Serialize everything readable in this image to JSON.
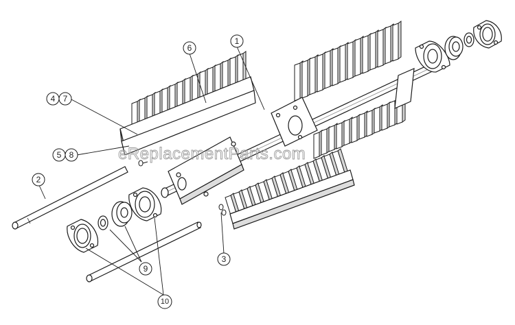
{
  "watermark": "eReplacementParts.com",
  "callouts": [
    "1",
    "2",
    "3",
    "4",
    "5",
    "6",
    "7",
    "8",
    "9",
    "10"
  ],
  "colors": {
    "line": "#1a1a1a",
    "plate": "#ffffff",
    "fin_shade": "#dcdcdc",
    "watermark": "#9a9a9a"
  }
}
